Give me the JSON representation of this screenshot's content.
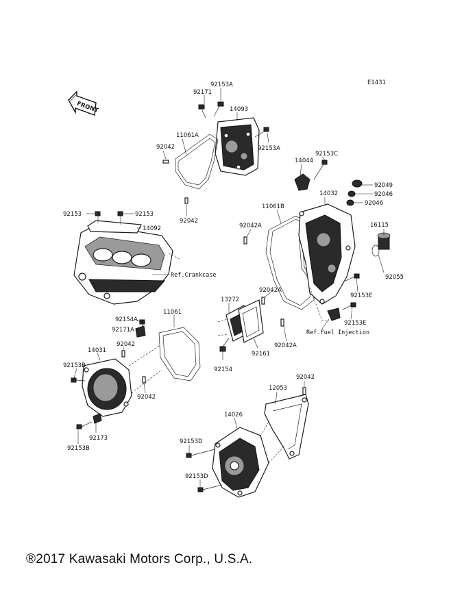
{
  "diagram_id": "E1431",
  "front_label": "FRONT",
  "copyright": "®2017 Kawasaki Motors Corp., U.S.A.",
  "labels": {
    "p92153A_top": "92153A",
    "p92171": "92171",
    "p14093": "14093",
    "p11061A": "11061A",
    "p92042_a": "92042",
    "p92153A_right": "92153A",
    "p92042_b": "92042",
    "p92153_l": "92153",
    "p92153_r": "92153",
    "p14092": "14092",
    "ref_crankcase": "Ref.Crankcase",
    "p14044": "14044",
    "p92153C": "92153C",
    "p92049": "92049",
    "p92046_a": "92046",
    "p92046_b": "92046",
    "p14032": "14032",
    "p11061B": "11061B",
    "p92042A_a": "92042A",
    "p16115": "16115",
    "p92055": "92055",
    "p92153E_a": "92153E",
    "p92042A_b": "92042A",
    "p13272": "13272",
    "p92153E_b": "92153E",
    "ref_fuel": "Ref.Fuel Injection",
    "p92042A_c": "92042A",
    "p92161": "92161",
    "p92154": "92154",
    "p92154A": "92154A",
    "p92171A": "92171A",
    "p11061": "11061",
    "p92042_c": "92042",
    "p14031": "14031",
    "p92153B_a": "92153B",
    "p92042_d": "92042",
    "p92173": "92173",
    "p92153B_b": "92153B",
    "p92042_e": "92042",
    "p12053": "12053",
    "p14026": "14026",
    "p92153D_a": "92153D",
    "p92153D_b": "92153D"
  }
}
